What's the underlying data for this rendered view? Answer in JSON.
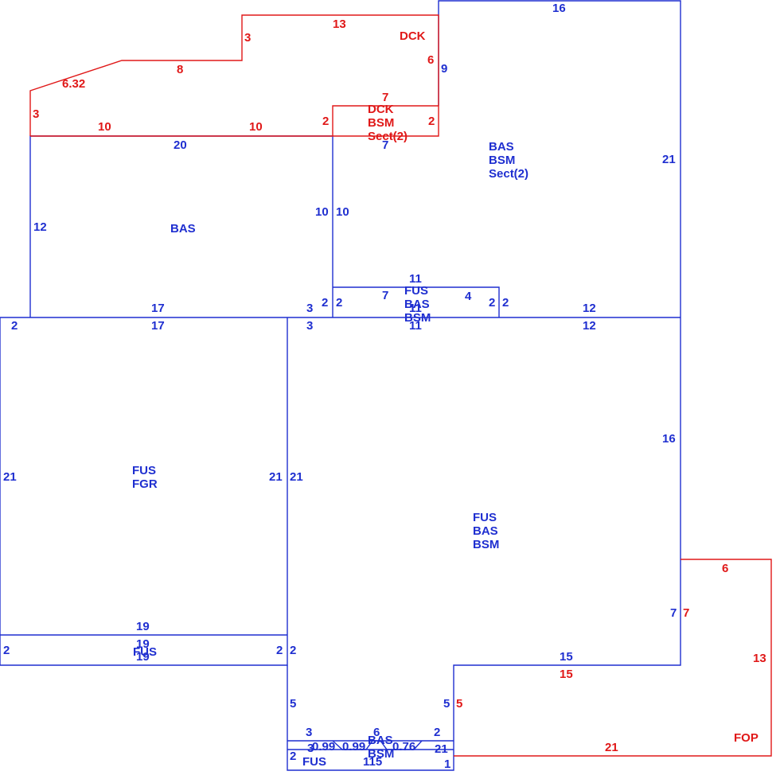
{
  "colors": {
    "blue": "#1f2fd0",
    "red": "#e01818",
    "background": "#ffffff"
  },
  "area_labels": {
    "bas_left": [
      "BAS"
    ],
    "bas_bsm_sect2": [
      "BAS",
      "BSM",
      "Sect(2)"
    ],
    "dck_top": [
      "DCK"
    ],
    "dck_bsm_sect2": [
      "DCK",
      "BSM",
      "Sect(2)"
    ],
    "fus_bas_bsm_small": [
      "FUS",
      "BAS",
      "BSM"
    ],
    "fus_fgr": [
      "FUS",
      "FGR"
    ],
    "fus_bas_bsm_main": [
      "FUS",
      "BAS",
      "BSM"
    ],
    "fus_strip_left": [
      "FUS"
    ],
    "fus_bottom": [
      "FUS"
    ],
    "bas_bsm_bottom": [
      "BAS",
      "BSM"
    ],
    "fop": [
      "FOP"
    ]
  },
  "dimensions": {
    "blue": [
      "16",
      "9",
      "21",
      "20",
      "12",
      "10",
      "10",
      "7",
      "11",
      "7",
      "4",
      "2",
      "2",
      "2",
      "2",
      "17",
      "17",
      "3",
      "3",
      "11",
      "11",
      "12",
      "12",
      "2",
      "21",
      "21",
      "21",
      "16",
      "19",
      "19",
      "19",
      "2",
      "2",
      "2",
      "5",
      "5",
      "7",
      "15",
      "3",
      "6",
      "2",
      "3",
      "2",
      "0.99",
      "0.99",
      "0.76",
      "21",
      "115",
      "1"
    ],
    "red": [
      "13",
      "3",
      "8",
      "6.32",
      "3",
      "10",
      "10",
      "2",
      "7",
      "2",
      "6",
      "6",
      "7",
      "13",
      "15",
      "21",
      "5"
    ]
  }
}
